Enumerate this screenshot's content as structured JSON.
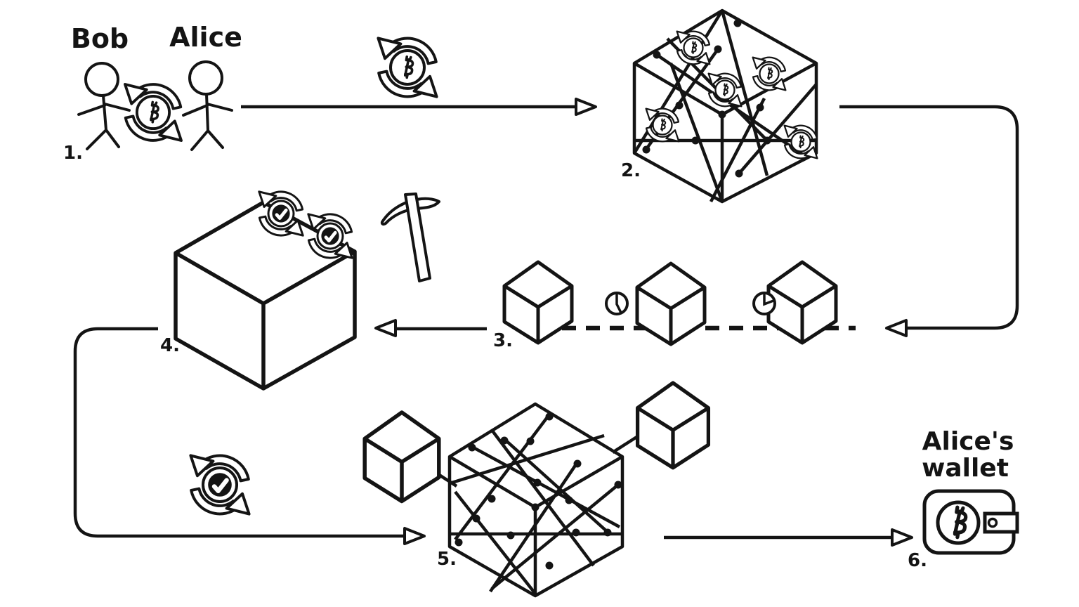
{
  "canvas": {
    "background": "#ffffff",
    "ink": "#141414"
  },
  "actors": {
    "bob": "Bob",
    "alice": "Alice"
  },
  "steps": {
    "s1": "1.",
    "s2": "2.",
    "s3": "3.",
    "s4": "4.",
    "s5": "5.",
    "s6": "6."
  },
  "wallet": {
    "line1": "Alice's",
    "line2": "wallet"
  },
  "icons": {
    "transaction": "bitcoin-transaction-cycle-icon",
    "verified": "verified-transaction-check-icon",
    "pending": "clock-icon",
    "mining": "pickaxe-icon",
    "network": "node-mesh-network",
    "block": "isometric-block-cube",
    "wallet": "bitcoin-wallet-icon"
  }
}
